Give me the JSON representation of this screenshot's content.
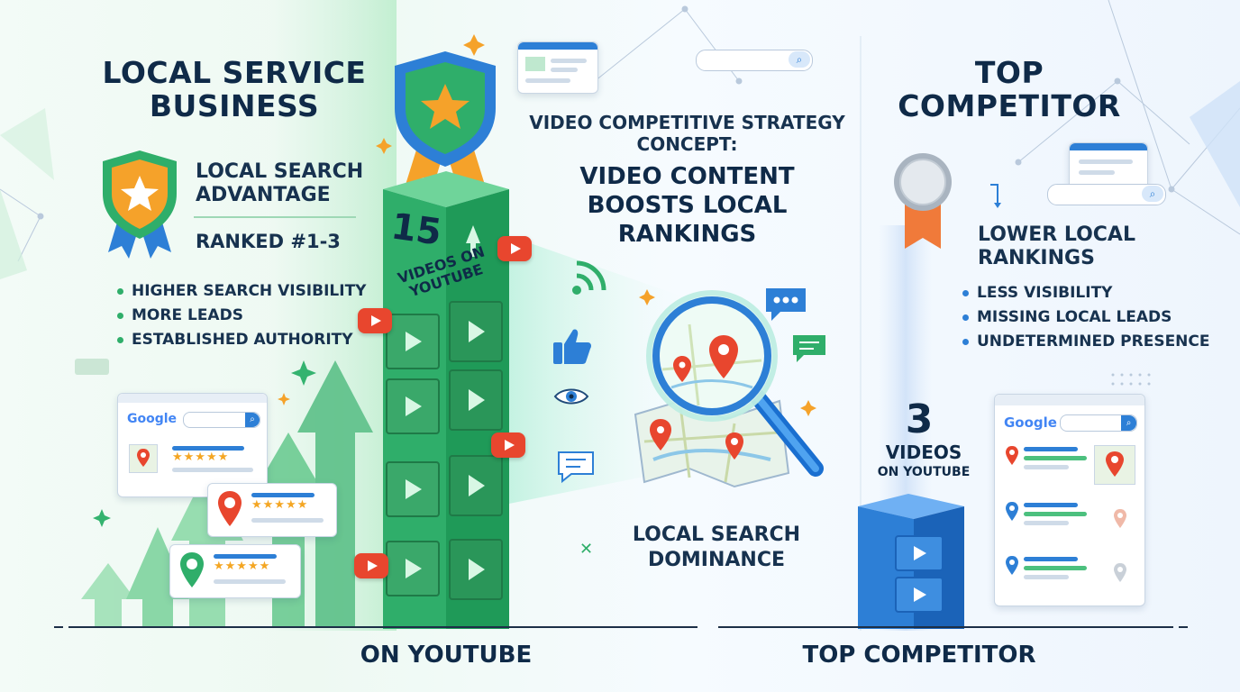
{
  "left": {
    "title": "LOCAL SERVICE BUSINESS",
    "advantage_title": "LOCAL SEARCH ADVANTAGE",
    "rank": "RANKED #1-3",
    "bullets": [
      "HIGHER SEARCH VISIBILITY",
      "MORE LEADS",
      "ESTABLISHED AUTHORITY"
    ],
    "video_count": "15",
    "video_label": "VIDEOS ON YOUTUBE",
    "google_logo": "Google",
    "footer": "ON YOUTUBE"
  },
  "center": {
    "concept_line1": "VIDEO COMPETITIVE STRATEGY CONCEPT:",
    "concept_line2": "VIDEO CONTENT BOOSTS LOCAL RANKINGS",
    "dominance": "LOCAL SEARCH DOMINANCE"
  },
  "right": {
    "title": "TOP COMPETITOR",
    "rankings": "LOWER LOCAL RANKINGS",
    "bullets": [
      "LESS VISIBILITY",
      "MISSING LOCAL LEADS",
      "UNDETERMINED PRESENCE"
    ],
    "video_count": "3",
    "video_label_1": "VIDEOS",
    "video_label_2": "ON YOUTUBE",
    "google_logo": "Google",
    "footer": "TOP COMPETITOR"
  },
  "colors": {
    "green_accent": "#2fae6a",
    "blue_accent": "#2d7fd6",
    "youtube_red": "#e8462e",
    "star_gold": "#f4a623",
    "navy_text": "#0f2a48"
  },
  "icons": [
    "shield-star-badge-icon",
    "silver-medal-icon",
    "magnifier-map-pin-icon",
    "youtube-play-icon",
    "thumbs-up-icon",
    "eye-icon",
    "chat-bubble-icon",
    "wifi-signal-icon",
    "map-pin-icon",
    "search-icon"
  ]
}
